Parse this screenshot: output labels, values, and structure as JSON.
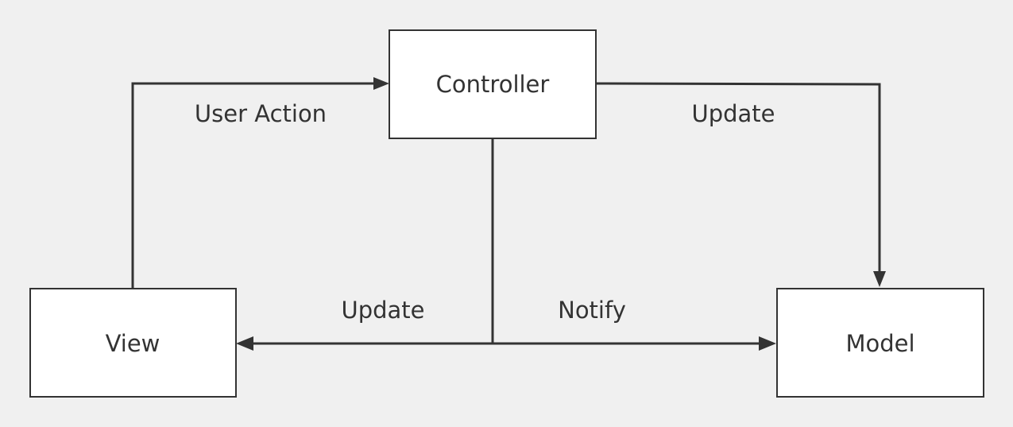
{
  "diagram": {
    "nodes": {
      "controller": {
        "label": "Controller"
      },
      "view": {
        "label": "View"
      },
      "model": {
        "label": "Model"
      }
    },
    "edges": {
      "user_action": {
        "label": "User Action",
        "from": "View",
        "to": "Controller"
      },
      "update_model": {
        "label": "Update",
        "from": "Controller",
        "to": "Model"
      },
      "update_view": {
        "label": "Update",
        "from": "Controller",
        "to": "View"
      },
      "notify": {
        "label": "Notify",
        "from": "Controller",
        "to": "Model"
      }
    },
    "colors": {
      "background": "#f0f0f0",
      "box_fill": "#ffffff",
      "stroke": "#333333",
      "text": "#333333"
    }
  }
}
